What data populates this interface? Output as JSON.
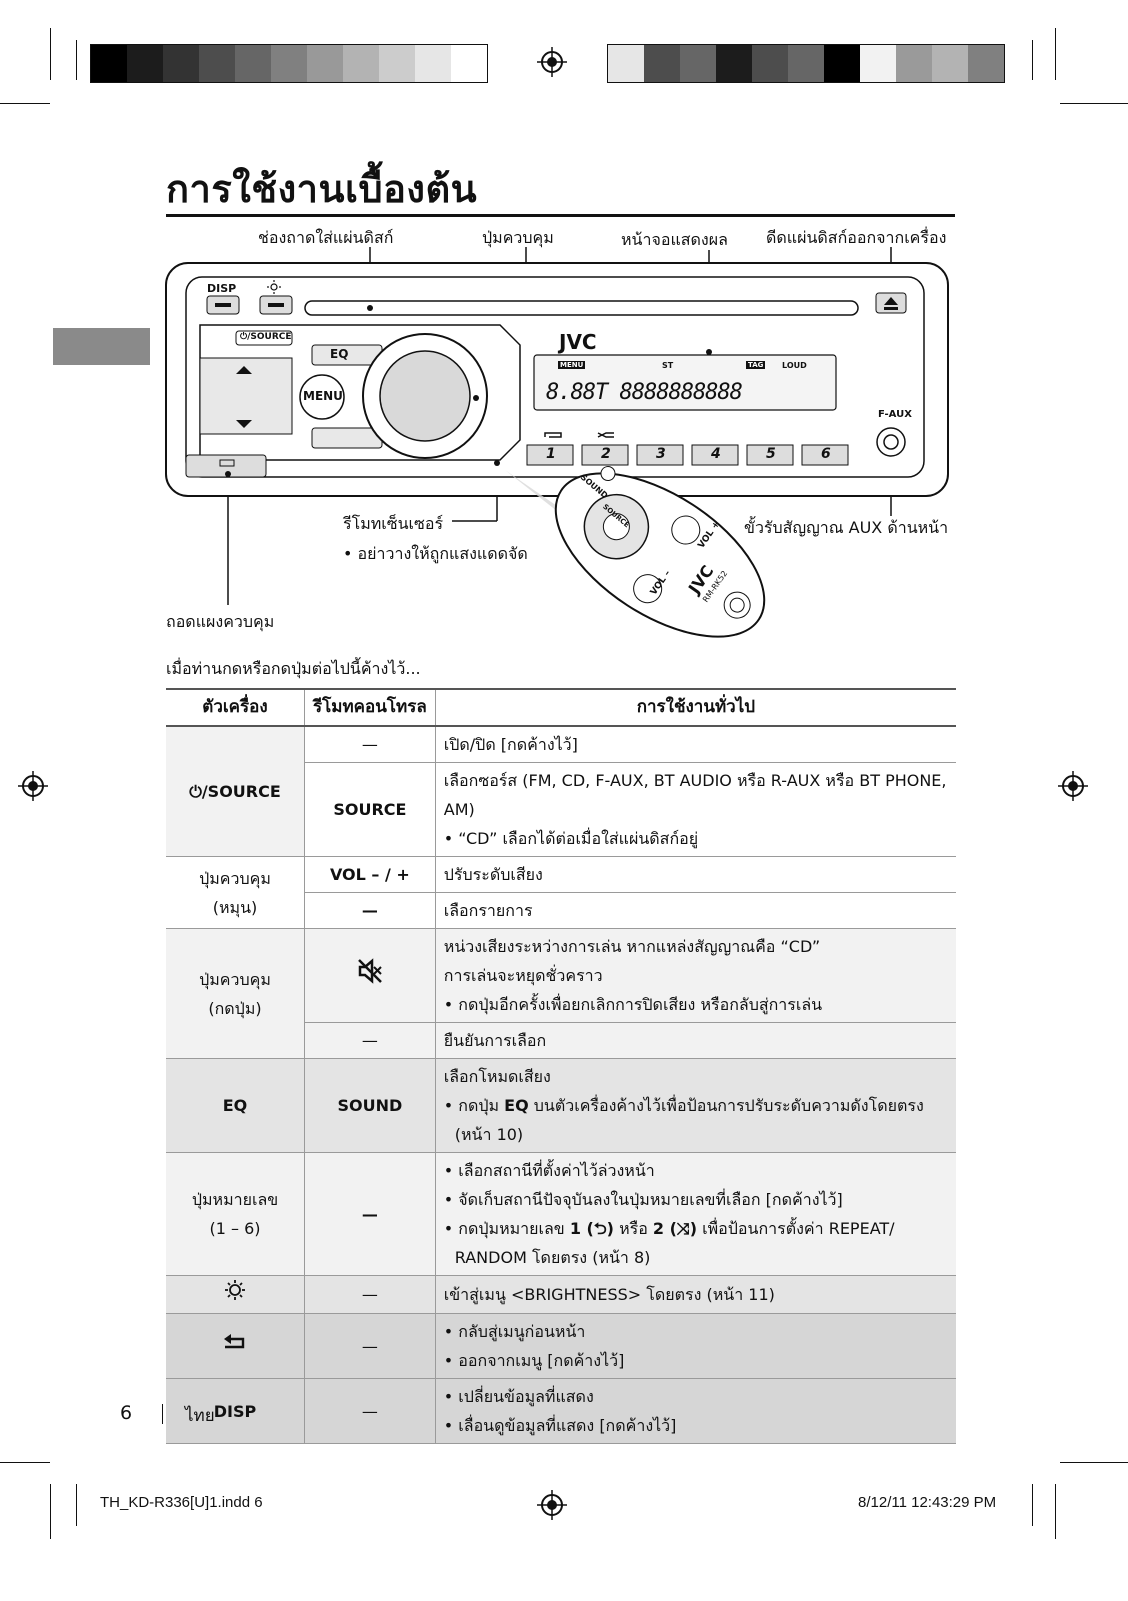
{
  "page_title": "การใช้งานเบื้องต้น",
  "callouts": {
    "disc_slot": "ช่องถาดใส่แผ่นดิสก์",
    "control_dial": "ปุ่มควบคุม",
    "display": "หน้าจอแสดงผล",
    "eject": "ดีดแผ่นดิสก์ออกจากเครื่อง",
    "remote_sensor": "รีโมทเซ็นเซอร์",
    "remote_sensor_note": "• อย่าวางให้ถูกแสงแดดจัด",
    "aux_jack": "ขั้วรับสัญญาณ AUX ด้านหน้า",
    "detach_panel": "ถอดแผงควบคุม"
  },
  "unit_labels": {
    "disp": "DISP",
    "source": "⏻/SOURCE",
    "eq": "EQ",
    "menu": "MENU",
    "brand": "JVC",
    "faux": "F-AUX",
    "presets": [
      "1",
      "2",
      "3",
      "4",
      "5",
      "6"
    ],
    "lcd_menu": "MENU",
    "lcd_st": "ST",
    "lcd_tag": "TAG",
    "lcd_loud": "LOUD",
    "lcd_segments": "8.88T 8888888888"
  },
  "remote_labels": {
    "sound": "SOUND",
    "source": "SOURCE",
    "vol_plus": "VOL +",
    "vol_minus": "VOL –",
    "brand": "JVC",
    "model": "RM-RK52"
  },
  "intro": "เมื่อท่านกดหรือกดปุ่มต่อไปนี้ค้างไว้...",
  "table": {
    "headers": [
      "ตัวเครื่อง",
      "รีโมทคอนโทรล",
      "การใช้งานทั่วไป"
    ],
    "rows": {
      "r1_unit": "⏻/SOURCE",
      "r1a_remote": "—",
      "r1a_desc": "เปิด/ปิด [กดค้างไว้]",
      "r1b_remote": "SOURCE",
      "r1b_desc1": "เลือกซอร์ส (FM, CD, F-AUX, BT AUDIO หรือ R-AUX หรือ BT PHONE, AM)",
      "r1b_desc2": "• “CD” เลือกได้ต่อเมื่อใส่แผ่นดิสก์อยู่",
      "r2_unit1": "ปุ่มควบคุม",
      "r2_unit2": "(หมุน)",
      "r2a_remote": "VOL – / +",
      "r2a_desc": "ปรับระดับเสียง",
      "r2b_remote": "—",
      "r2b_desc": "เลือกรายการ",
      "r3_unit1": "ปุ่มควบคุม",
      "r3_unit2": "(กดปุ่ม)",
      "r3a_desc1": "หน่วงเสียงระหว่างการเล่น หากแหล่งสัญญาณคือ “CD”",
      "r3a_desc2": "การเล่นจะหยุดชั่วคราว",
      "r3a_desc3": "• กดปุ่มอีกครั้งเพื่อยกเลิกการปิดเสียง หรือกลับสู่การเล่น",
      "r3b_remote": "—",
      "r3b_desc": "ยืนยันการเลือก",
      "r4_unit": "EQ",
      "r4_remote": "SOUND",
      "r4_desc1": "เลือกโหมดเสียง",
      "r4_desc2_pre": "• กดปุ่ม ",
      "r4_desc2_bold": "EQ",
      "r4_desc2_post": " บนตัวเครื่องค้างไว้เพื่อป้อนการปรับระดับความดังโดยตรง",
      "r4_desc3": "(หน้า 10)",
      "r5_unit1": "ปุ่มหมายเลข",
      "r5_unit2": "(1 – 6)",
      "r5_remote": "—",
      "r5_desc1": "• เลือกสถานีที่ตั้งค่าไว้ล่วงหน้า",
      "r5_desc2": "• จัดเก็บสถานีปัจจุบันลงในปุ่มหมายเลขที่เลือก [กดค้างไว้]",
      "r5_desc3_pre": "• กดปุ่มหมายเลข ",
      "r5_desc3_b1": "1 (⮌)",
      "r5_desc3_mid": " หรือ ",
      "r5_desc3_b2": "2 (⤨)",
      "r5_desc3_post": " เพื่อป้อนการตั้งค่า REPEAT/",
      "r5_desc4": "RANDOM โดยตรง (หน้า 8)",
      "r6_remote": "—",
      "r6_desc": "เข้าสู่เมนู <BRIGHTNESS> โดยตรง (หน้า 11)",
      "r7_remote": "—",
      "r7_desc1": "• กลับสู่เมนูก่อนหน้า",
      "r7_desc2": "• ออกจากเมนู [กดค้างไว้]",
      "r8_unit": "DISP",
      "r8_remote": "—",
      "r8_desc1": "• เปลี่ยนข้อมูลที่แสดง",
      "r8_desc2": "• เลื่อนดูข้อมูลที่แสดง [กดค้างไว้]"
    }
  },
  "footer": {
    "page_number": "6",
    "language": "ไทย"
  },
  "slug": {
    "file": "TH_KD-R336[U]1.indd   6",
    "datetime": "8/12/11   12:43:29 PM"
  },
  "colors": {
    "bars_left": [
      "#000000",
      "#1c1c1c",
      "#333333",
      "#4d4d4d",
      "#666666",
      "#808080",
      "#999999",
      "#b3b3b3",
      "#cccccc",
      "#e6e6e6",
      "#ffffff"
    ],
    "bars_right": [
      "#e6e6e6",
      "#4d4d4d",
      "#666666",
      "#1c1c1c",
      "#4d4d4d",
      "#666666",
      "#000000",
      "#f2f2f2",
      "#9a9a9a",
      "#b3b3b3",
      "#808080"
    ],
    "side_tab": "#8a8a8a"
  }
}
